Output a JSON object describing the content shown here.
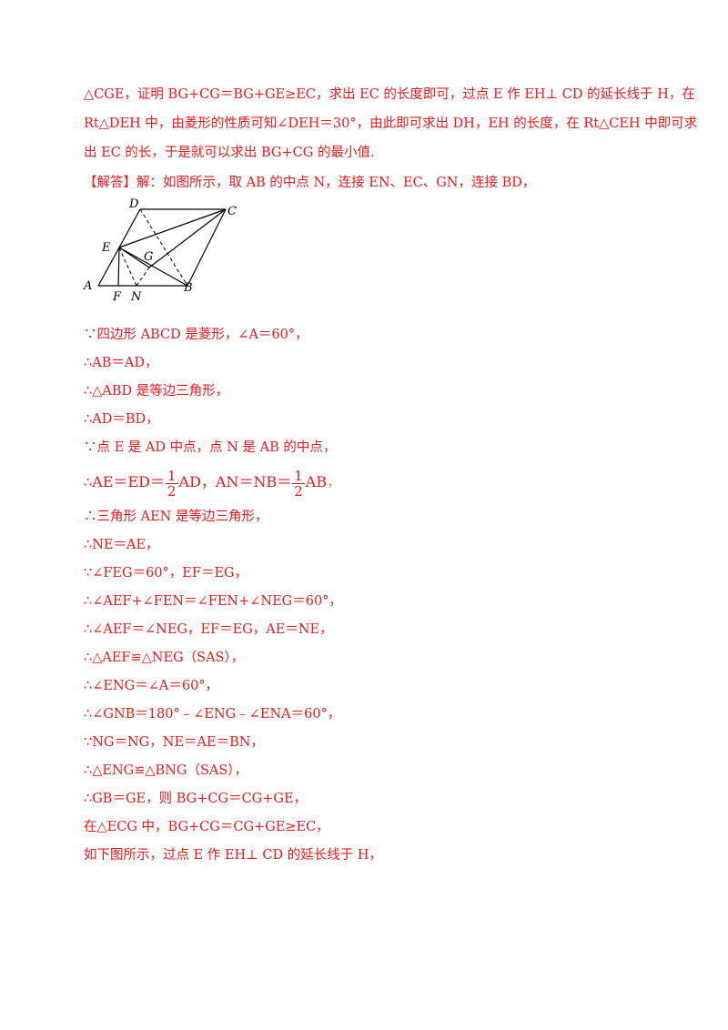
{
  "intro": {
    "lines": [
      "△CGE，证明 BG+CG＝BG+GE≥EC，求出 EC 的长度即可，过点 E 作 EH⊥ CD 的延长线于 H，在",
      "Rt△DEH 中，由菱形的性质可知∠DEH＝30°，由此即可求出 DH，EH 的长度，在 Rt△CEH 中即可求",
      "出 EC 的长，于是就可以求出 BG+CG 的最小值."
    ]
  },
  "answer": {
    "tag": "【解答】",
    "text": "解：如图所示，取 AB 的中点 N，连接 EN、EC、GN，连接 BD，"
  },
  "figure": {
    "labels": {
      "A": "A",
      "B": "B",
      "C": "C",
      "D": "D",
      "E": "E",
      "F": "F",
      "G": "G",
      "N": "N"
    }
  },
  "steps": [
    "∵四边形 ABCD 是菱形，∠A＝60°，",
    "∴AB＝AD，",
    "∴△ABD 是等边三角形，",
    "∴AD＝BD，",
    "∵点 E 是 AD 中点，点 N 是 AB 的中点，",
    "∴三角形 AEN 是等边三角形，",
    "∴NE＝AE，",
    "∵∠FEG＝60°，EF＝EG，",
    "∴∠AEF+∠FEN＝∠FEN+∠NEG＝60°，",
    "∴∠AEF＝∠NEG，EF＝EG，AE＝NE，",
    "∴△AEF≌△NEG（SAS），",
    "∴∠ENG＝∠A＝60°，",
    "∴∠GNB＝180°﹣∠ENG﹣∠ENA＝60°，",
    "∵NG＝NG，NE＝AE＝BN，",
    "∴△ENG≌△BNG（SAS），",
    "∴GB＝GE，则 BG+CG＝CG+GE，",
    "在△ECG 中，BG+CG＝CG+GE≥EC，",
    "如下图所示，过点 E 作 EH⊥ CD 的延长线于 H，"
  ],
  "formula": {
    "prefix": "∴",
    "left": "AE＝ED＝",
    "num": "1",
    "den": "2",
    "mid": "AD，AN＝NB＝",
    "right": "AB",
    "tail": "，"
  }
}
